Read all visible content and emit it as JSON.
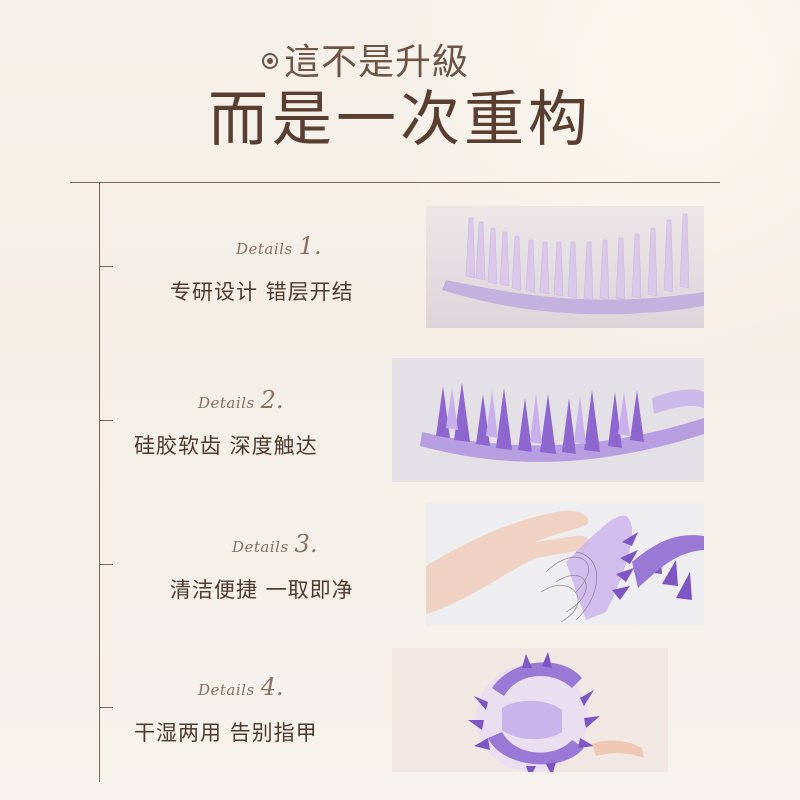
{
  "header": {
    "subtitle": "這不是升級",
    "title": "而是一次重构"
  },
  "details": [
    {
      "label": "Details",
      "number": "1.",
      "caption": "专研设计 错层开结"
    },
    {
      "label": "Details",
      "number": "2.",
      "caption": "硅胶软齿 深度触达"
    },
    {
      "label": "Details",
      "number": "3.",
      "caption": "清洁便捷 一取即净"
    },
    {
      "label": "Details",
      "number": "4.",
      "caption": "干湿两用 告别指甲"
    }
  ],
  "colors": {
    "background": "#f6f1ea",
    "text_brown": "#5a3f30",
    "lavender": "#b59ad8",
    "purple": "#8c62c6"
  }
}
